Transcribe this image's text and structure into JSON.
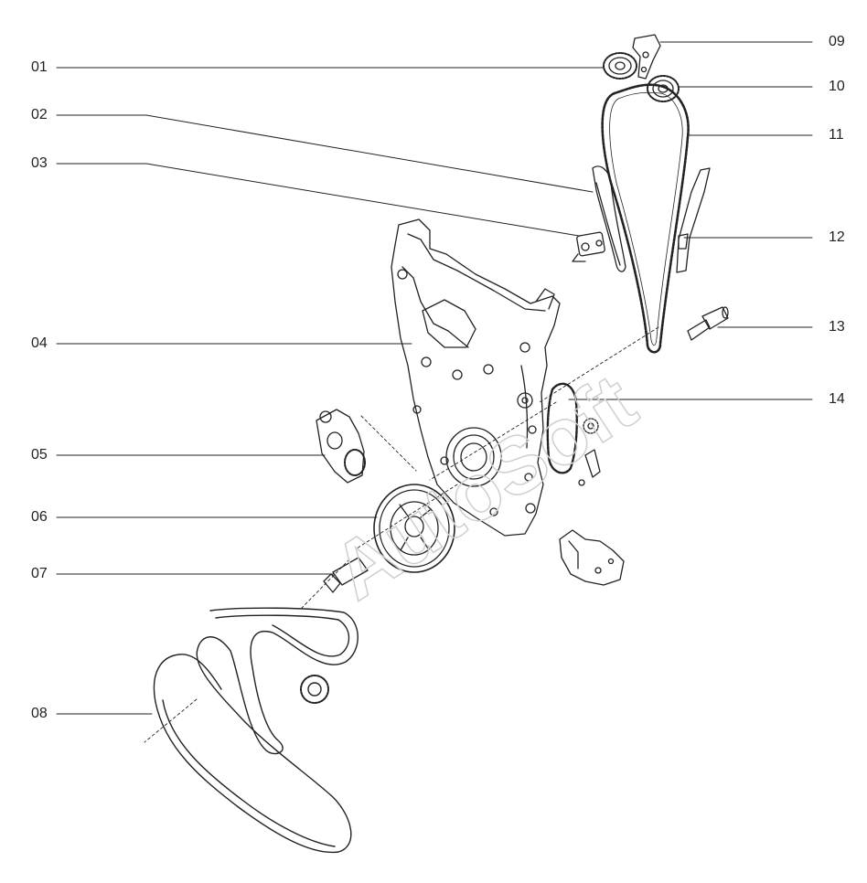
{
  "diagram": {
    "callouts_left": [
      {
        "id": "01"
      },
      {
        "id": "02"
      },
      {
        "id": "03"
      },
      {
        "id": "04"
      },
      {
        "id": "05"
      },
      {
        "id": "06"
      },
      {
        "id": "07"
      },
      {
        "id": "08"
      }
    ],
    "callouts_right": [
      {
        "id": "09"
      },
      {
        "id": "10"
      },
      {
        "id": "11"
      },
      {
        "id": "12"
      },
      {
        "id": "13"
      },
      {
        "id": "14"
      }
    ],
    "watermark": "AutoSoft",
    "line_color": "#222222",
    "watermark_color": "#cfcfcf"
  }
}
